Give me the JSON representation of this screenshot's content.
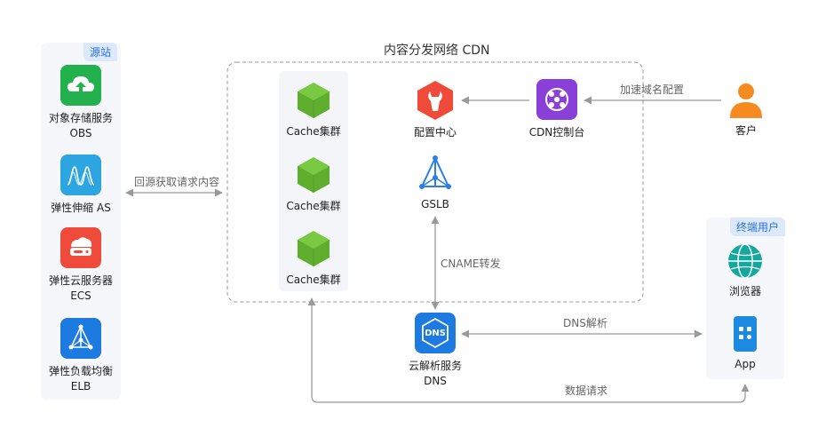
{
  "origin": {
    "tag": "源站",
    "items": [
      {
        "name": "对象存储服务",
        "sub": "OBS",
        "icon": "cloud-upload-icon",
        "color": "#22b14c"
      },
      {
        "name": "弹性伸缩 AS",
        "sub": "",
        "icon": "waveform-icon",
        "color": "#2ca5e0"
      },
      {
        "name": "弹性云服务器",
        "sub": "ECS",
        "icon": "cloud-server-icon",
        "color": "#f04b3a"
      },
      {
        "name": "弹性负载均衡",
        "sub": "ELB",
        "icon": "load-balancer-icon",
        "color": "#1c7ae0"
      }
    ]
  },
  "cdn": {
    "title": "内容分发网络 CDN",
    "cache_label": "Cache集群",
    "config_center": "配置中心",
    "console": "CDN控制台",
    "gslb": "GSLB"
  },
  "customer": "客户",
  "dns": {
    "name": "云解析服务",
    "sub": "DNS",
    "badge": "DNS"
  },
  "end_users": {
    "tag": "终端用户",
    "browser": "浏览器",
    "app": "App"
  },
  "edges": {
    "back_to_origin": "回源获取请求内容",
    "accelerate_domain": "加速域名配置",
    "cname": "CNAME转发",
    "dns_resolve": "DNS解析",
    "data_request": "数据请求"
  },
  "colors": {
    "cache_green": "#7ac943",
    "config_red": "#f04b3a",
    "console_purple": "#8a3fd8",
    "gslb_blue": "#2a7ee5",
    "dns_blue": "#1c7ae0",
    "browser_teal": "#12a89d",
    "app_blue": "#1c8ae0",
    "customer_orange": "#f58a20"
  }
}
